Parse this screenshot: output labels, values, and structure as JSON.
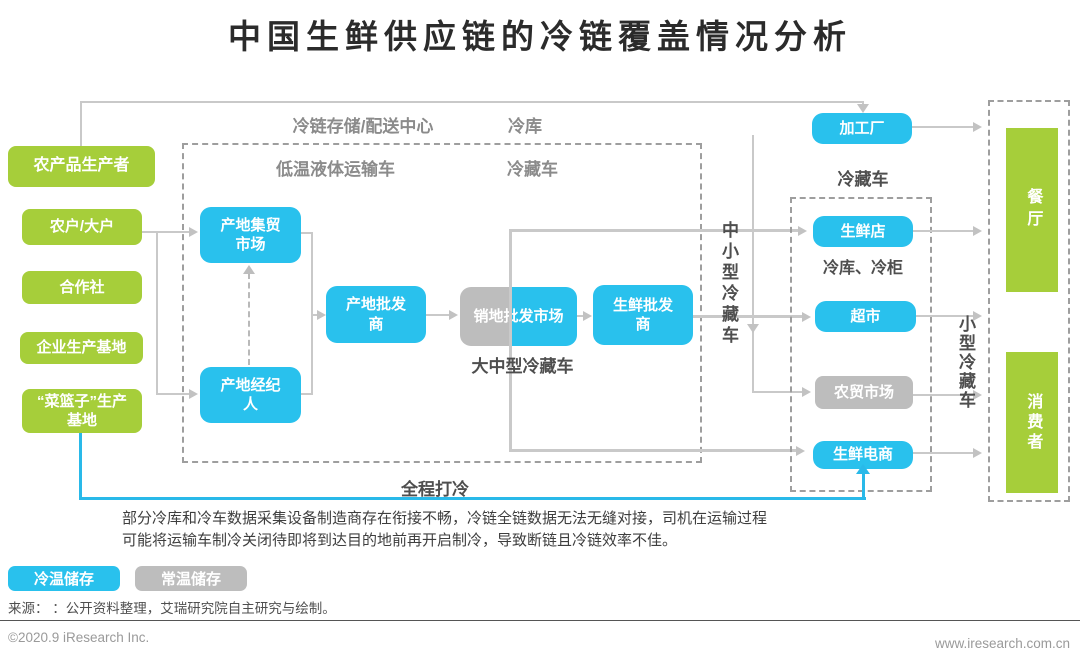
{
  "title": "中国生鲜供应链的冷链覆盖情况分析",
  "palette": {
    "green": "#a6ce3a",
    "blue": "#29c1ed",
    "gray": "#bdbdbd",
    "line_gray": "#c9c9c9",
    "blue_line": "#29b9e9"
  },
  "producers": {
    "agricultural_producer": "农产品生产者",
    "farmer": "农户/大户",
    "cooperative": "合作社",
    "enterprise_base": "企业生产基地",
    "vegetable_basket_base": "“菜篮子”生产基地"
  },
  "origin": {
    "origin_market": "产地集贸市场",
    "origin_broker": "产地经纪人",
    "origin_wholesaler": "产地批发商",
    "sales_wholesale_market": "销地批发市场",
    "fresh_wholesaler": "生鲜批发商"
  },
  "transport_labels": {
    "cold_chain_storage_center": "冷链存储/配送中心",
    "cold_warehouse": "冷库",
    "low_temp_liquid_truck": "低温液体运输车",
    "refrigerated_truck": "冷藏车",
    "large_medium_refrigerated_truck": "大中型冷藏车",
    "medium_small_refrigerated_truck": "中小型冷藏车",
    "refrigerated_truck_right": "冷藏车",
    "cold_warehouse_cabinet": "冷库、冷柜",
    "small_refrigerated_truck": "小型冷藏车",
    "full_cold_chain": "全程打冷"
  },
  "retail": {
    "processing_factory": "加工厂",
    "fresh_store": "生鲜店",
    "supermarket": "超市",
    "farmers_market": "农贸市场",
    "fresh_ecommerce": "生鲜电商"
  },
  "consumers": {
    "restaurant": "餐厅",
    "consumer": "消费者"
  },
  "note": {
    "line1": "部分冷库和冷车数据采集设备制造商存在衔接不畅，冷链全链数据无法无缝对接，司机在运输过程",
    "line2": "可能将运输车制冷关闭待即将到达目的地前再开启制冷，导致断链且冷链效率不佳。"
  },
  "legend": {
    "cold_storage": "冷温储存",
    "normal_storage": "常温储存"
  },
  "footer": {
    "source": "来源： ：公开资料整理，艾瑞研究院自主研究与绘制。",
    "copyright": "©2020.9 iResearch Inc.",
    "website": "www.iresearch.com.cn"
  }
}
